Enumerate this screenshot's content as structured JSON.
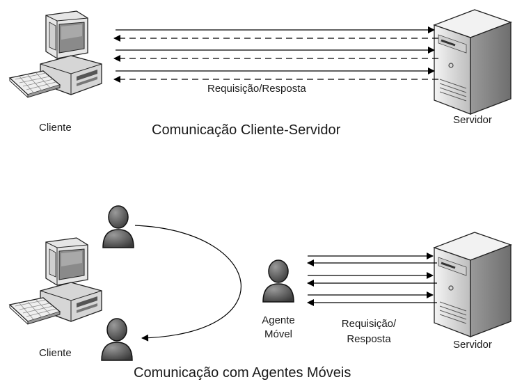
{
  "top": {
    "client_label": "Cliente",
    "server_label": "Servidor",
    "arrow_label": "Requisição/Resposta",
    "caption": "Comunicação Cliente-Servidor"
  },
  "bottom": {
    "client_label": "Cliente",
    "server_label": "Servidor",
    "agent_label_line1": "Agente",
    "agent_label_line2": "Móvel",
    "arrow_label_line1": "Requisição/",
    "arrow_label_line2": "Resposta",
    "caption": "Comunicação com Agentes Móveis"
  }
}
